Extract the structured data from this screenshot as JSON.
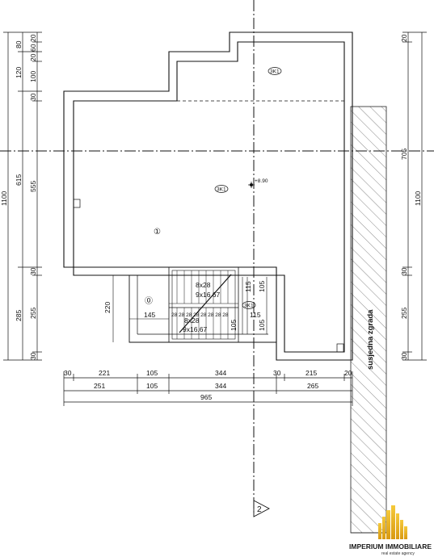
{
  "neighbor_label": "susjedna zgrada",
  "room_markers": [
    "①",
    "⓪"
  ],
  "elevation_label": "+8.90",
  "floor_tags": [
    "3K1",
    "3K1",
    "3K1"
  ],
  "section_marker": "2",
  "stairs": {
    "upper_count": "8x28",
    "upper_rise": "9x16.67",
    "lower_count": "8x28",
    "lower_rise": "9x16.67",
    "treads": "28 28 28 28 28 28 28 28"
  },
  "dims": {
    "left_outer": [
      "20",
      "60",
      "80",
      "20",
      "100",
      "120",
      "30",
      "555",
      "615",
      "1100",
      "30",
      "255",
      "285",
      "30"
    ],
    "right": [
      "20",
      "705",
      "1100",
      "30",
      "255",
      "30"
    ],
    "bottom_row1": [
      "30",
      "221",
      "105",
      "344",
      "30",
      "215",
      "20"
    ],
    "bottom_row2": [
      "251",
      "105",
      "344",
      "265"
    ],
    "bottom_row3": [
      "965"
    ],
    "inner": [
      "220",
      "145",
      "105",
      "115",
      "105",
      "115",
      "105"
    ]
  },
  "logo": {
    "title": "IMPERIUM IMMOBILIARE",
    "subtitle": "real estate agency"
  },
  "colors": {
    "line": "#111111",
    "hatch": "#555555",
    "logo_gold": "#e8b21f"
  }
}
